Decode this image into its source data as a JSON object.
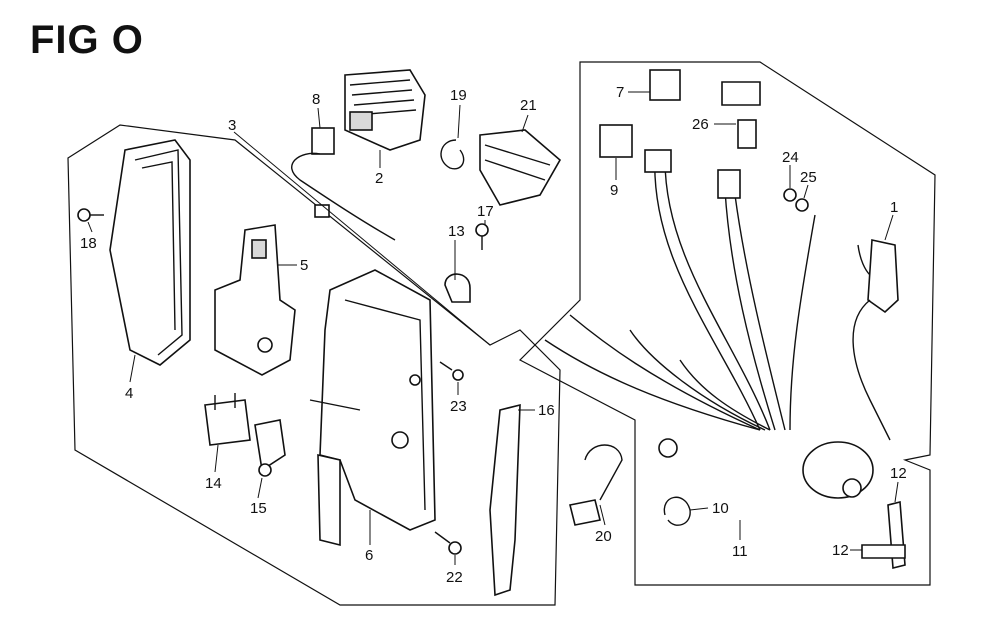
{
  "figure": {
    "title": "FIG O"
  },
  "callouts": [
    "1",
    "2",
    "3",
    "4",
    "5",
    "6",
    "7",
    "8",
    "9",
    "10",
    "11",
    "12",
    "12",
    "13",
    "14",
    "15",
    "16",
    "17",
    "18",
    "19",
    "20",
    "21",
    "22",
    "23",
    "24",
    "25",
    "26"
  ]
}
